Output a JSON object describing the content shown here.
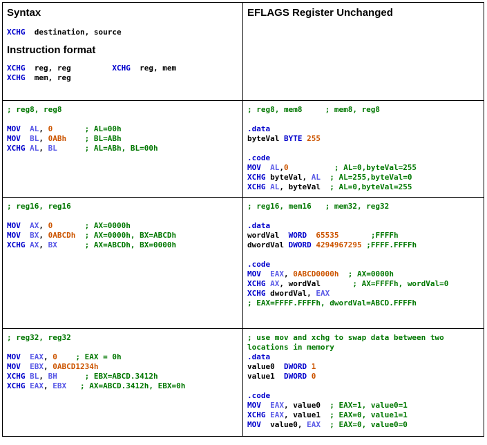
{
  "colors": {
    "keyword": "#0000cc",
    "register": "#5a5ae6",
    "number": "#cc5500",
    "comment": "#007700",
    "border": "#000000"
  },
  "syntax": {
    "title": "Syntax",
    "line": [
      {
        "t": "XCHG",
        "c": "kw"
      },
      {
        "t": "  destination, source",
        "c": "var"
      }
    ],
    "format_title": "Instruction format",
    "format_lines": [
      [
        {
          "t": "XCHG",
          "c": "kw"
        },
        {
          "t": "  reg, reg         ",
          "c": "var"
        },
        {
          "t": "XCHG",
          "c": "kw"
        },
        {
          "t": "  reg, mem",
          "c": "var"
        }
      ],
      [
        {
          "t": "XCHG",
          "c": "kw"
        },
        {
          "t": "  mem, reg",
          "c": "var"
        }
      ]
    ]
  },
  "eflags": {
    "title": "EFLAGS Register Unchanged"
  },
  "cells": [
    {
      "id": "reg8-reg8",
      "lines": [
        [
          {
            "t": "; reg8, reg8",
            "c": "cm"
          }
        ],
        [],
        [
          {
            "t": "MOV",
            "c": "kw"
          },
          {
            "t": "  AL",
            "c": "reg"
          },
          {
            "t": ", ",
            "c": "var"
          },
          {
            "t": "0",
            "c": "num"
          },
          {
            "t": "       ; AL=00h",
            "c": "cm"
          }
        ],
        [
          {
            "t": "MOV",
            "c": "kw"
          },
          {
            "t": "  BL",
            "c": "reg"
          },
          {
            "t": ", ",
            "c": "var"
          },
          {
            "t": "0ABh",
            "c": "num"
          },
          {
            "t": "    ; BL=ABh",
            "c": "cm"
          }
        ],
        [
          {
            "t": "XCHG",
            "c": "kw"
          },
          {
            "t": " AL",
            "c": "reg"
          },
          {
            "t": ", ",
            "c": "var"
          },
          {
            "t": "BL",
            "c": "reg"
          },
          {
            "t": "      ; AL=ABh, BL=00h",
            "c": "cm"
          }
        ]
      ]
    },
    {
      "id": "reg8-mem8",
      "lines": [
        [
          {
            "t": "; reg8, mem8     ; mem8, reg8",
            "c": "cm"
          }
        ],
        [],
        [
          {
            "t": ".data",
            "c": "kw"
          }
        ],
        [
          {
            "t": "byteVal ",
            "c": "var"
          },
          {
            "t": "BYTE",
            "c": "kw"
          },
          {
            "t": " ",
            "c": "var"
          },
          {
            "t": "255",
            "c": "num"
          }
        ],
        [],
        [
          {
            "t": ".code",
            "c": "kw"
          }
        ],
        [
          {
            "t": "MOV",
            "c": "kw"
          },
          {
            "t": "  AL",
            "c": "reg"
          },
          {
            "t": ",",
            "c": "var"
          },
          {
            "t": "0",
            "c": "num"
          },
          {
            "t": "          ; AL=0,byteVal=255",
            "c": "cm"
          }
        ],
        [
          {
            "t": "XCHG",
            "c": "kw"
          },
          {
            "t": " byteVal, ",
            "c": "var"
          },
          {
            "t": "AL",
            "c": "reg"
          },
          {
            "t": "  ; AL=255,byteVal=0",
            "c": "cm"
          }
        ],
        [
          {
            "t": "XCHG",
            "c": "kw"
          },
          {
            "t": " AL",
            "c": "reg"
          },
          {
            "t": ", byteVal  ",
            "c": "var"
          },
          {
            "t": "; AL=0,byteVal=255",
            "c": "cm"
          }
        ]
      ]
    },
    {
      "id": "reg16-reg16",
      "lines": [
        [
          {
            "t": "; reg16, reg16",
            "c": "cm"
          }
        ],
        [],
        [
          {
            "t": "MOV",
            "c": "kw"
          },
          {
            "t": "  AX",
            "c": "reg"
          },
          {
            "t": ", ",
            "c": "var"
          },
          {
            "t": "0",
            "c": "num"
          },
          {
            "t": "       ; AX=0000h",
            "c": "cm"
          }
        ],
        [
          {
            "t": "MOV",
            "c": "kw"
          },
          {
            "t": "  BX",
            "c": "reg"
          },
          {
            "t": ", ",
            "c": "var"
          },
          {
            "t": "0ABCDh",
            "c": "num"
          },
          {
            "t": "  ; AX=0000h, BX=ABCDh",
            "c": "cm"
          }
        ],
        [
          {
            "t": "XCHG",
            "c": "kw"
          },
          {
            "t": " AX",
            "c": "reg"
          },
          {
            "t": ", ",
            "c": "var"
          },
          {
            "t": "BX",
            "c": "reg"
          },
          {
            "t": "      ; AX=ABCDh, BX=0000h",
            "c": "cm"
          }
        ]
      ]
    },
    {
      "id": "reg16-mem16",
      "lines": [
        [
          {
            "t": "; reg16, mem16   ; mem32, reg32",
            "c": "cm"
          }
        ],
        [],
        [
          {
            "t": ".data",
            "c": "kw"
          }
        ],
        [
          {
            "t": "wordVal  ",
            "c": "var"
          },
          {
            "t": "WORD",
            "c": "kw"
          },
          {
            "t": "  ",
            "c": "var"
          },
          {
            "t": "65535",
            "c": "num"
          },
          {
            "t": "       ;FFFFh",
            "c": "cm"
          }
        ],
        [
          {
            "t": "dwordVal ",
            "c": "var"
          },
          {
            "t": "DWORD",
            "c": "kw"
          },
          {
            "t": " ",
            "c": "var"
          },
          {
            "t": "4294967295",
            "c": "num"
          },
          {
            "t": " ;FFFF.FFFFh",
            "c": "cm"
          }
        ],
        [],
        [
          {
            "t": ".code",
            "c": "kw"
          }
        ],
        [
          {
            "t": "MOV",
            "c": "kw"
          },
          {
            "t": "  EAX",
            "c": "reg"
          },
          {
            "t": ", ",
            "c": "var"
          },
          {
            "t": "0ABCD0000h",
            "c": "num"
          },
          {
            "t": "  ; AX=0000h",
            "c": "cm"
          }
        ],
        [
          {
            "t": "XCHG",
            "c": "kw"
          },
          {
            "t": " AX",
            "c": "reg"
          },
          {
            "t": ", wordVal       ",
            "c": "var"
          },
          {
            "t": "; AX=FFFFh, wordVal=0",
            "c": "cm"
          }
        ],
        [
          {
            "t": "XCHG",
            "c": "kw"
          },
          {
            "t": " dwordVal, ",
            "c": "var"
          },
          {
            "t": "EAX",
            "c": "reg"
          }
        ],
        [
          {
            "t": "; EAX=FFFF.FFFFh, dwordVal=ABCD.FFFFh",
            "c": "cm"
          }
        ]
      ]
    },
    {
      "id": "reg32-reg32",
      "lines": [
        [
          {
            "t": "; reg32, reg32",
            "c": "cm"
          }
        ],
        [],
        [
          {
            "t": "MOV",
            "c": "kw"
          },
          {
            "t": "  EAX",
            "c": "reg"
          },
          {
            "t": ", ",
            "c": "var"
          },
          {
            "t": "0",
            "c": "num"
          },
          {
            "t": "    ; EAX = 0h",
            "c": "cm"
          }
        ],
        [
          {
            "t": "MOV",
            "c": "kw"
          },
          {
            "t": "  EBX",
            "c": "reg"
          },
          {
            "t": ", ",
            "c": "var"
          },
          {
            "t": "0ABCD1234h",
            "c": "num"
          }
        ],
        [
          {
            "t": "XCHG",
            "c": "kw"
          },
          {
            "t": " BL",
            "c": "reg"
          },
          {
            "t": ", ",
            "c": "var"
          },
          {
            "t": "BH",
            "c": "reg"
          },
          {
            "t": "      ; EBX=ABCD.3412h",
            "c": "cm"
          }
        ],
        [
          {
            "t": "XCHG",
            "c": "kw"
          },
          {
            "t": " EAX",
            "c": "reg"
          },
          {
            "t": ", ",
            "c": "var"
          },
          {
            "t": "EBX",
            "c": "reg"
          },
          {
            "t": "   ; AX=ABCD.3412h, EBX=0h",
            "c": "cm"
          }
        ]
      ]
    },
    {
      "id": "swap-mem",
      "lines": [
        [
          {
            "t": "; use mov and xchg to swap data between two",
            "c": "cm"
          }
        ],
        [
          {
            "t": "locations in memory",
            "c": "cm"
          }
        ],
        [
          {
            "t": ".data",
            "c": "kw"
          }
        ],
        [
          {
            "t": "value0  ",
            "c": "var"
          },
          {
            "t": "DWORD",
            "c": "kw"
          },
          {
            "t": " ",
            "c": "var"
          },
          {
            "t": "1",
            "c": "num"
          }
        ],
        [
          {
            "t": "value1  ",
            "c": "var"
          },
          {
            "t": "DWORD",
            "c": "kw"
          },
          {
            "t": " ",
            "c": "var"
          },
          {
            "t": "0",
            "c": "num"
          }
        ],
        [],
        [
          {
            "t": ".code",
            "c": "kw"
          }
        ],
        [
          {
            "t": "MOV",
            "c": "kw"
          },
          {
            "t": "  EAX",
            "c": "reg"
          },
          {
            "t": ", value0  ",
            "c": "var"
          },
          {
            "t": "; EAX=1, value0=1",
            "c": "cm"
          }
        ],
        [
          {
            "t": "XCHG",
            "c": "kw"
          },
          {
            "t": " EAX",
            "c": "reg"
          },
          {
            "t": ", value1  ",
            "c": "var"
          },
          {
            "t": "; EAX=0, value1=1",
            "c": "cm"
          }
        ],
        [
          {
            "t": "MOV",
            "c": "kw"
          },
          {
            "t": "  value0, ",
            "c": "var"
          },
          {
            "t": "EAX",
            "c": "reg"
          },
          {
            "t": "  ; EAX=0, value0=0",
            "c": "cm"
          }
        ]
      ]
    }
  ]
}
